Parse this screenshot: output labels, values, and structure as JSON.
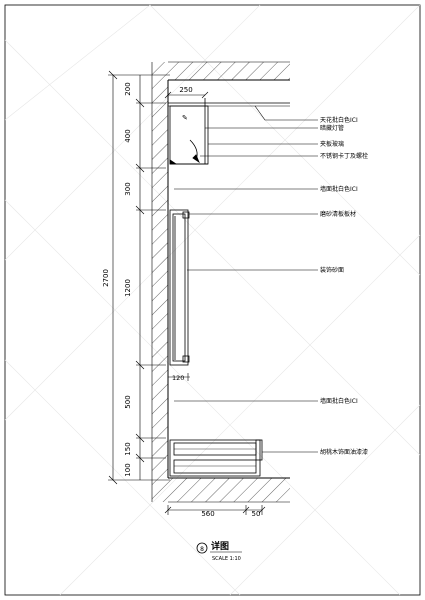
{
  "dimensions": {
    "vertical_total": "2700",
    "vertical_segments": [
      "200",
      "400",
      "300",
      "1200",
      "500",
      "150",
      "100"
    ],
    "top_width": "250",
    "shelf_depth": "120",
    "bottom_widths": [
      "560",
      "50"
    ]
  },
  "annotations": [
    "天花批白色ICI",
    "暗藏灯管",
    "夹板玻璃",
    "不锈钢卡丁及螺栓",
    "墙面批白色ICI",
    "磨砂清板板材",
    "装饰砂面",
    "墙面批白色ICI",
    "胡桃木饰面油漆漆"
  ],
  "title": {
    "label": "详图",
    "marker": "8",
    "scale": "SCALE 1:10"
  },
  "colors": {
    "line": "#000000",
    "watermark": "#c8c8c8",
    "background": "#ffffff"
  }
}
